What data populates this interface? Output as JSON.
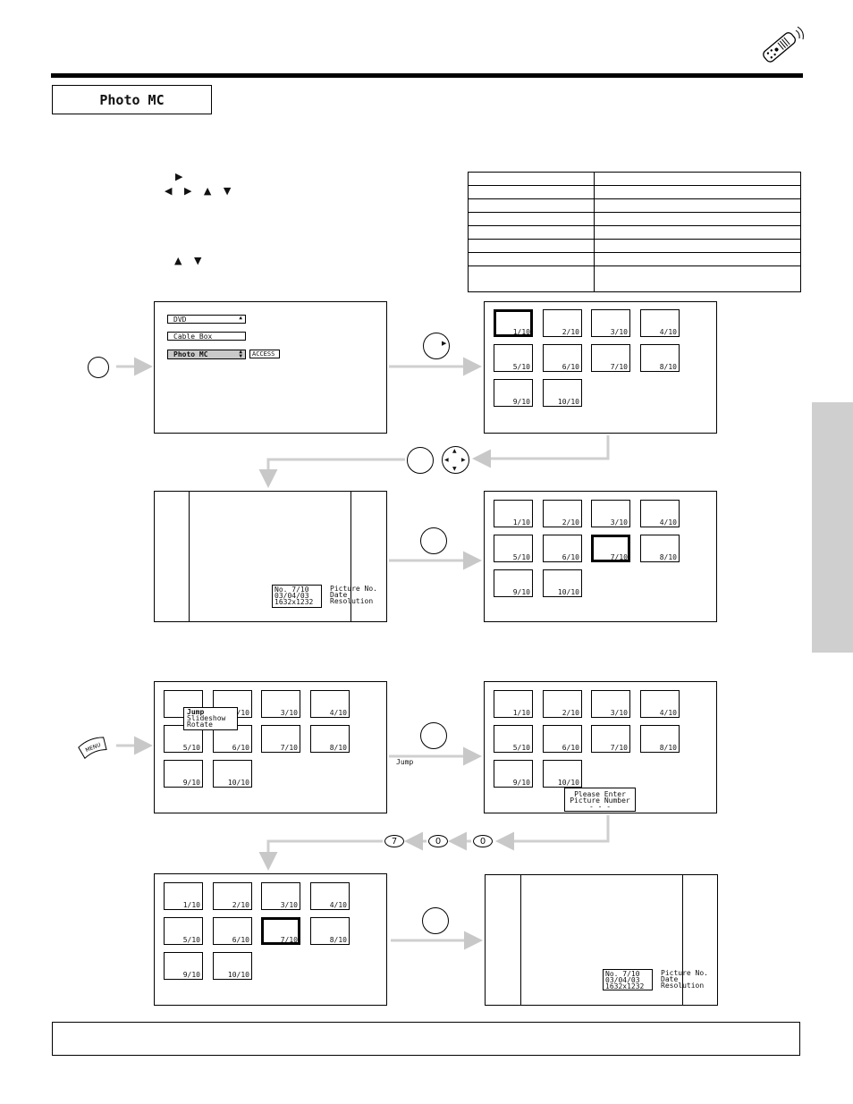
{
  "header": {
    "section_title": "Photo MC"
  },
  "menu_screen": {
    "items": [
      "DVD",
      "Cable Box",
      "Photo MC"
    ],
    "access_label": "ACCESS"
  },
  "thumbs": [
    "1/10",
    "2/10",
    "3/10",
    "4/10",
    "5/10",
    "6/10",
    "7/10",
    "8/10",
    "9/10",
    "10/10"
  ],
  "info_panel": {
    "number": "No.   7/10",
    "date": "03/04/03",
    "resolution": "1632x1232",
    "label_picture": "Picture No.",
    "label_date": "Date",
    "label_resolution": "Resolution"
  },
  "popup_menu": {
    "items": [
      "Jump",
      "Slideshow",
      "Rotate"
    ]
  },
  "jump_label": "Jump",
  "enter_dialog": {
    "line1": "Please Enter",
    "line2": "Picture Number",
    "line3": "- - -"
  },
  "number_keys": [
    "7",
    "0",
    "0"
  ],
  "menu_button": "MENU"
}
